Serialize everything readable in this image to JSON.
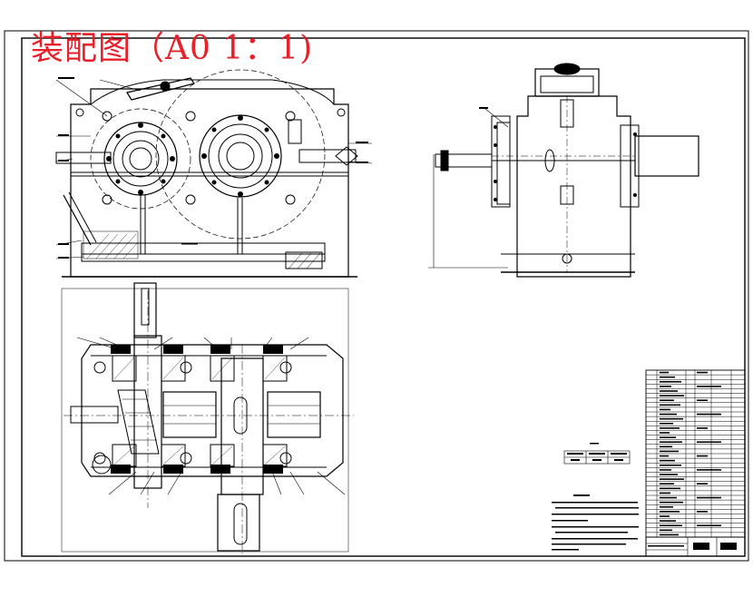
{
  "drawing": {
    "title": "装配图（A0 1：1)",
    "title_color": "#e8202a",
    "line_color": "#000000",
    "background": "#ffffff"
  },
  "views": [
    {
      "name": "front-view"
    },
    {
      "name": "side-view"
    },
    {
      "name": "top-section-view"
    }
  ],
  "tech_params": {
    "rows": 2,
    "cols": 3
  },
  "tech_requirements": {
    "line_count": 9
  },
  "parts_list": {
    "row_count": 36
  },
  "title_block": {
    "present": true
  }
}
